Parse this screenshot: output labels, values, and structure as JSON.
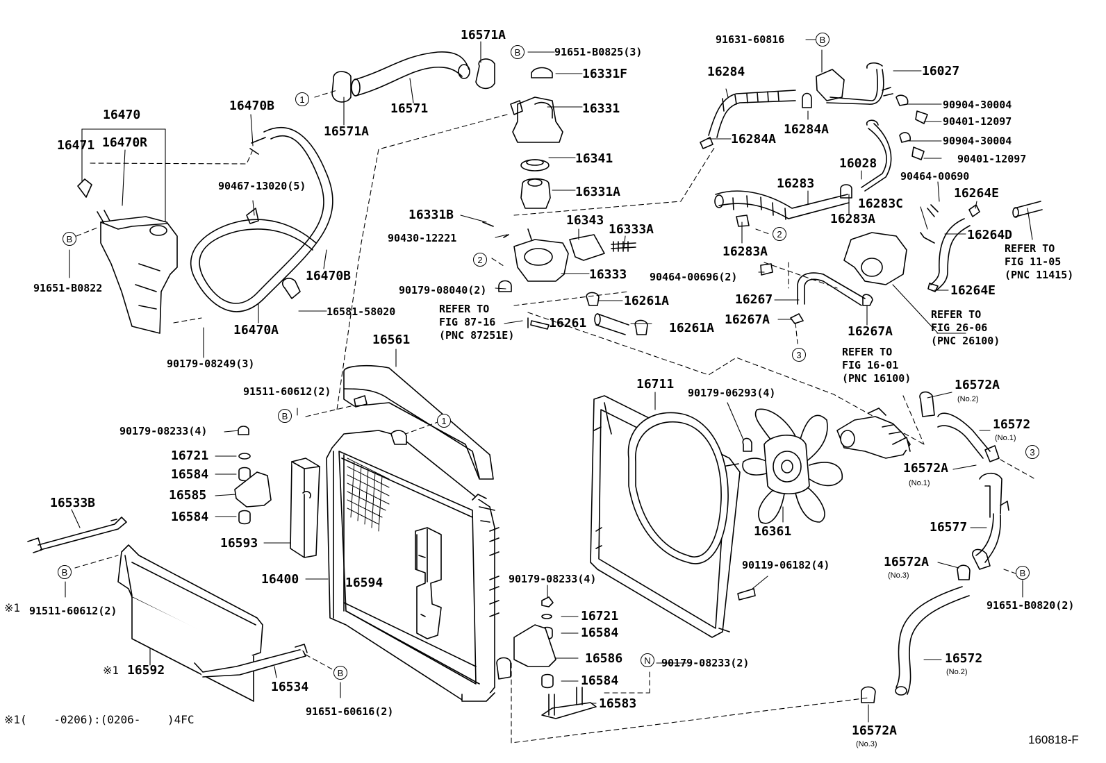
{
  "labels": {
    "p16571A_top": "16571A",
    "p16571": "16571",
    "p16571A_left": "16571A",
    "p91651_B0825": "91651-B0825(3)",
    "p16331F": "16331F",
    "p16331": "16331",
    "p16341": "16341",
    "p16331A": "16331A",
    "p16331B": "16331B",
    "p90430": "90430-12221",
    "p16343": "16343",
    "p16333A": "16333A",
    "p16333": "16333",
    "p90179_08040": "90179-08040(2)",
    "p16261A_1": "16261A",
    "p16261": "16261",
    "p16261A_2": "16261A",
    "p16470": "16470",
    "p16471": "16471",
    "p16470R": "16470R",
    "p16470B_top": "16470B",
    "p90467": "90467-13020(5)",
    "p16470B_mid": "16470B",
    "p16470A": "16470A",
    "p16581": "16581-58020",
    "p91651_B0822": "91651-B0822",
    "p90179_08249": "90179-08249(3)",
    "p91631": "91631-60816",
    "p16027": "16027",
    "p16284": "16284",
    "p16284A_1": "16284A",
    "p16284A_2": "16284A",
    "p90904_1": "90904-30004",
    "p90401_1": "90401-12097",
    "p90904_2": "90904-30004",
    "p90401_2": "90401-12097",
    "p16028": "16028",
    "p16283": "16283",
    "p90464_00690": "90464-00690",
    "p16264E_1": "16264E",
    "p16283C": "16283C",
    "p16283A_1": "16283A",
    "p16264D": "16264D",
    "p16283A_2": "16283A",
    "p90464_00696": "90464-00696(2)",
    "p16267": "16267",
    "p16267A_1": "16267A",
    "p16267A_2": "16267A",
    "p16264E_2": "16264E",
    "p16561": "16561",
    "p91511_a": "91511-60612(2)",
    "p90179_08233_a": "90179-08233(4)",
    "p16721_a": "16721",
    "p16584_a": "16584",
    "p16585": "16585",
    "p16584_b": "16584",
    "p16593": "16593",
    "p16533B": "16533B",
    "p16400": "16400",
    "p16594": "16594",
    "p91511_b": "91511-60612(2)",
    "p16592": "16592",
    "p16534": "16534",
    "p91651_60616": "91651-60616(2)",
    "p16711": "16711",
    "p90179_06293": "90179-06293(4)",
    "p16361": "16361",
    "p90119": "90119-06182(4)",
    "p90179_08233_b": "90179-08233(4)",
    "p16721_b": "16721",
    "p16584_c": "16584",
    "p16586": "16586",
    "p90179_08233_c": "90179-08233(2)",
    "p16584_d": "16584",
    "p16583": "16583",
    "p16572A_top": "16572A",
    "p16572_no1": "16572",
    "p16572A_mid": "16572A",
    "p16577": "16577",
    "p16572A_no3": "16572A",
    "p91651_B0820": "91651-B0820(2)",
    "p16572_no2": "16572",
    "p16572A_bot": "16572A"
  },
  "sublabels": {
    "no2_a": "(No.2)",
    "no1_a": "(No.1)",
    "no1_b": "(No.1)",
    "no3_a": "(No.3)",
    "no2_b": "(No.2)",
    "no3_b": "(No.3)"
  },
  "references": {
    "ref1": "REFER TO\nFIG 87-16\n(PNC 87251E)",
    "ref2": "REFER TO\nFIG 11-05\n(PNC 11415)",
    "ref3": "REFER TO\nFIG 26-06\n(PNC 26100)",
    "ref4": "REFER TO\nFIG 16-01\n(PNC 16100)"
  },
  "markers": {
    "one": "1",
    "two": "2",
    "three": "3",
    "B": "B",
    "N": "N"
  },
  "notes": {
    "asterisk_a": "※1",
    "asterisk_b": "※1",
    "footnote": "※1(    -0206):(0206-    )4FC",
    "figure_code": "160818-F"
  }
}
